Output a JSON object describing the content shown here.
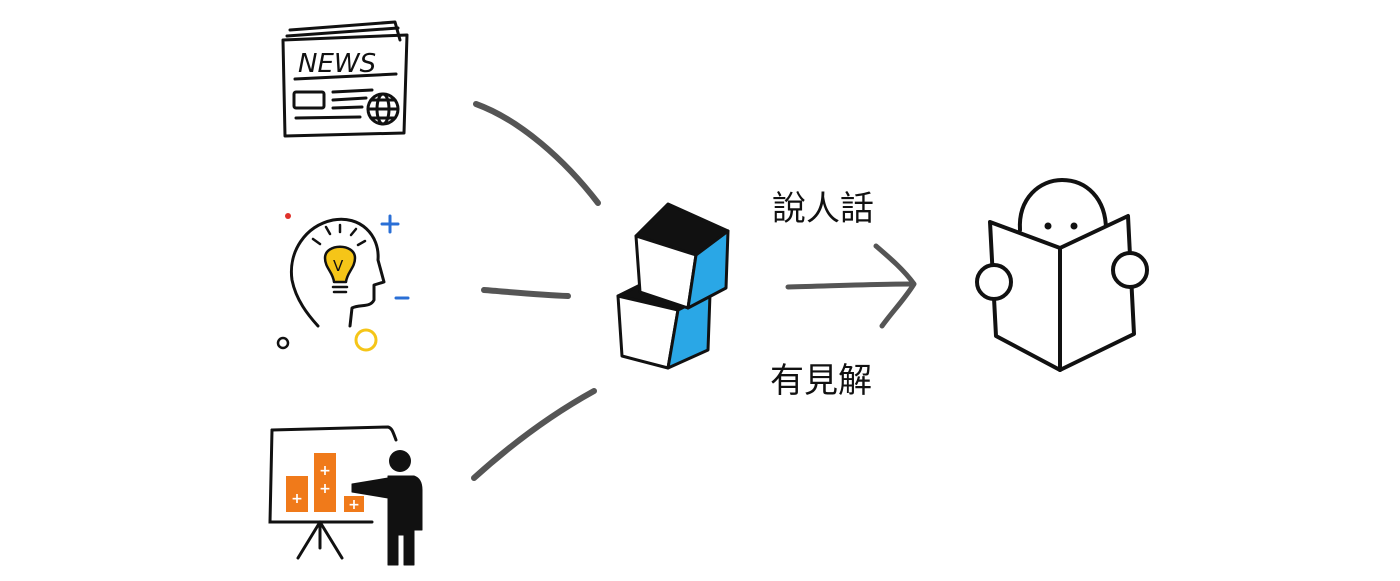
{
  "sources": [
    {
      "id": "news",
      "label": "NEWS",
      "icon": "newspaper-icon"
    },
    {
      "id": "insight",
      "label": "V",
      "icon": "lightbulb-head-icon"
    },
    {
      "id": "presentation",
      "label": "+",
      "icon": "presenter-chart-icon"
    }
  ],
  "processor": {
    "icon": "stacked-cubes-icon"
  },
  "arrow": {
    "top_label": "說人話",
    "bottom_label": "有見解"
  },
  "reader": {
    "icon": "reader-with-book-icon"
  },
  "colors": {
    "ink": "#111111",
    "connector_gray": "#555555",
    "cube_blue": "#2aa7e6",
    "bulb_yellow": "#f5c518",
    "bar_orange": "#f07a1a",
    "accent_blue": "#2a6fd6",
    "accent_red": "#e0312b"
  }
}
